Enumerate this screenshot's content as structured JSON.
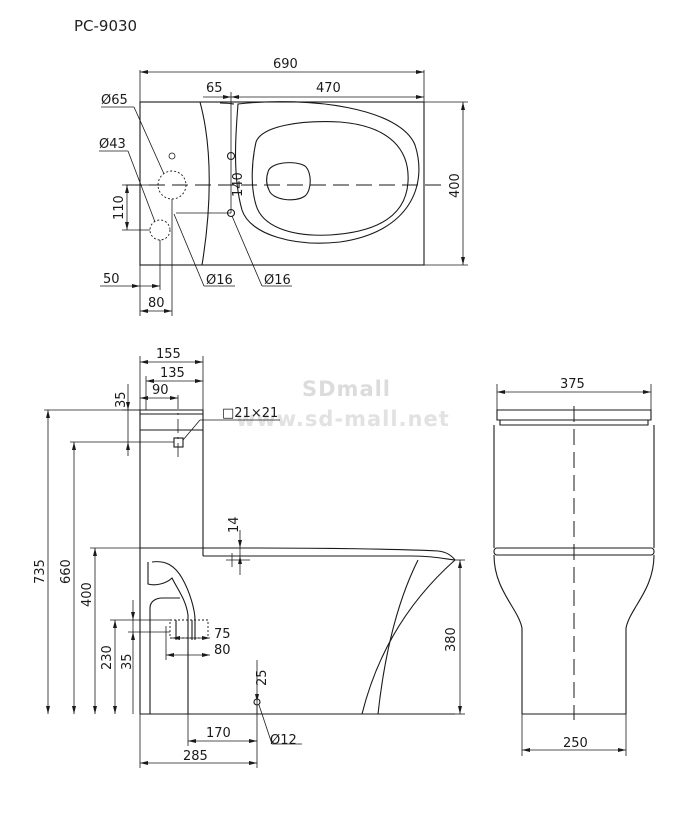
{
  "model": "PC-9030",
  "watermark": {
    "line1": "SDmall",
    "line2": "www.sd-mall.net"
  },
  "top_view": {
    "dims": {
      "total_length": "690",
      "offset_65": "65",
      "span_470": "470",
      "width_400": "400",
      "hole_spacing_140": "140",
      "inlet_110": "110",
      "edge_50": "50",
      "edge_80": "80",
      "dia_65": "Ø65",
      "dia_43": "Ø43",
      "dia_16_left": "Ø16",
      "dia_16_right": "Ø16"
    }
  },
  "side_view": {
    "dims": {
      "d155": "155",
      "d135": "135",
      "d90": "90",
      "d35_top": "35",
      "square_21": "□21×21",
      "d14": "14",
      "h735": "735",
      "h660": "660",
      "h400": "400",
      "h230": "230",
      "h35_low": "35",
      "d75": "75",
      "d80": "80",
      "h380": "380",
      "d25": "25",
      "d170": "170",
      "dia12": "Ø12",
      "d285": "285"
    }
  },
  "front_view": {
    "dims": {
      "width_375": "375",
      "base_250": "250"
    }
  }
}
